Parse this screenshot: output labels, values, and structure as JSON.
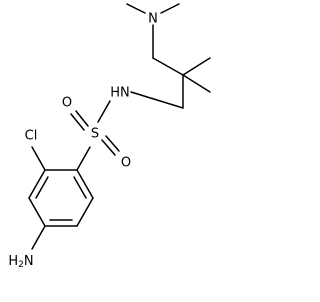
{
  "molecule": {
    "atoms": {
      "n_amine": "N",
      "n_amide": "HN",
      "sulfur": "S",
      "oxygen_left": "O",
      "oxygen_right": "O",
      "chlorine": "Cl",
      "amino_h": "H",
      "amino_h_count": "2",
      "amino_n": "N"
    }
  }
}
